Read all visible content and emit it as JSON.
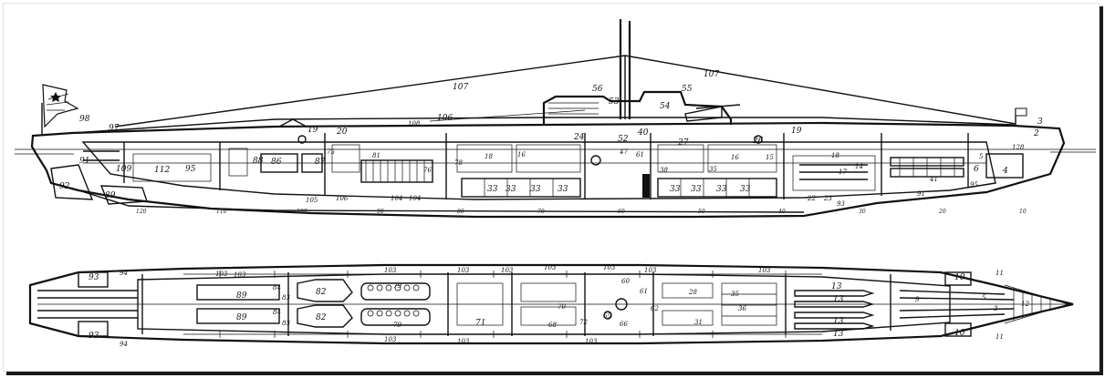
{
  "side_view": {
    "labels": [
      {
        "text": "107",
        "cls": "lbl"
      },
      {
        "text": "107",
        "cls": "lbl"
      },
      {
        "text": "55",
        "cls": "lbl"
      },
      {
        "text": "56",
        "cls": "lbl"
      },
      {
        "text": "53",
        "cls": "lbl"
      },
      {
        "text": "54",
        "cls": "lbl"
      },
      {
        "text": "106",
        "cls": "lbl"
      },
      {
        "text": "108",
        "cls": "sm"
      },
      {
        "text": "98",
        "cls": "lbl"
      },
      {
        "text": "97",
        "cls": "lbl"
      },
      {
        "text": "20",
        "cls": "lbl"
      },
      {
        "text": "19",
        "cls": "lbl"
      },
      {
        "text": "19",
        "cls": "lbl"
      },
      {
        "text": "52",
        "cls": "lbl"
      },
      {
        "text": "40",
        "cls": "lbl"
      },
      {
        "text": "27",
        "cls": "lbl"
      },
      {
        "text": "26",
        "cls": "lbl"
      },
      {
        "text": "24",
        "cls": "lbl"
      },
      {
        "text": "91",
        "cls": "lbl"
      },
      {
        "text": "109",
        "cls": "lbl"
      },
      {
        "text": "112",
        "cls": "lbl"
      },
      {
        "text": "95",
        "cls": "lbl"
      },
      {
        "text": "88",
        "cls": "lbl"
      },
      {
        "text": "86",
        "cls": "lbl"
      },
      {
        "text": "87",
        "cls": "lbl"
      },
      {
        "text": "81",
        "cls": "sm"
      },
      {
        "text": "75",
        "cls": "sm"
      },
      {
        "text": "76",
        "cls": "sm"
      },
      {
        "text": "78",
        "cls": "sm"
      },
      {
        "text": "18",
        "cls": "sm"
      },
      {
        "text": "16",
        "cls": "sm"
      },
      {
        "text": "47",
        "cls": "sm"
      },
      {
        "text": "61",
        "cls": "sm"
      },
      {
        "text": "38",
        "cls": "sm"
      },
      {
        "text": "35",
        "cls": "sm"
      },
      {
        "text": "16",
        "cls": "sm"
      },
      {
        "text": "15",
        "cls": "sm"
      },
      {
        "text": "18",
        "cls": "sm"
      },
      {
        "text": "17",
        "cls": "sm"
      },
      {
        "text": "14",
        "cls": "sm"
      },
      {
        "text": "6",
        "cls": "lbl"
      },
      {
        "text": "5",
        "cls": "sm"
      },
      {
        "text": "4",
        "cls": "lbl"
      },
      {
        "text": "3",
        "cls": "lbl"
      },
      {
        "text": "2",
        "cls": "lbl"
      },
      {
        "text": "128",
        "cls": "sm"
      },
      {
        "text": "92",
        "cls": "lbl"
      },
      {
        "text": "89",
        "cls": "lbl"
      },
      {
        "text": "105",
        "cls": "sm"
      },
      {
        "text": "106",
        "cls": "sm"
      },
      {
        "text": "104",
        "cls": "sm"
      },
      {
        "text": "104",
        "cls": "sm"
      },
      {
        "text": "33",
        "cls": "lbl"
      },
      {
        "text": "33",
        "cls": "lbl"
      },
      {
        "text": "33",
        "cls": "lbl"
      },
      {
        "text": "33",
        "cls": "lbl"
      },
      {
        "text": "33",
        "cls": "lbl"
      },
      {
        "text": "33",
        "cls": "lbl"
      },
      {
        "text": "33",
        "cls": "lbl"
      },
      {
        "text": "33",
        "cls": "lbl"
      },
      {
        "text": "22",
        "cls": "sm"
      },
      {
        "text": "23",
        "cls": "sm"
      },
      {
        "text": "93",
        "cls": "sm"
      },
      {
        "text": "91",
        "cls": "sm"
      },
      {
        "text": "41",
        "cls": "sm"
      },
      {
        "text": "95",
        "cls": "sm"
      }
    ],
    "frames": [
      "120",
      "110",
      "100",
      "90",
      "80",
      "70",
      "60",
      "50",
      "40",
      "30",
      "20",
      "10"
    ]
  },
  "plan_view": {
    "labels": [
      {
        "text": "93",
        "cls": "lbl"
      },
      {
        "text": "94",
        "cls": "sm"
      },
      {
        "text": "93",
        "cls": "lbl"
      },
      {
        "text": "94",
        "cls": "sm"
      },
      {
        "text": "103",
        "cls": "sm"
      },
      {
        "text": "103",
        "cls": "sm"
      },
      {
        "text": "103",
        "cls": "sm"
      },
      {
        "text": "103",
        "cls": "sm"
      },
      {
        "text": "103",
        "cls": "sm"
      },
      {
        "text": "103",
        "cls": "sm"
      },
      {
        "text": "103",
        "cls": "sm"
      },
      {
        "text": "103",
        "cls": "sm"
      },
      {
        "text": "103",
        "cls": "sm"
      },
      {
        "text": "103",
        "cls": "sm"
      },
      {
        "text": "103",
        "cls": "sm"
      },
      {
        "text": "103",
        "cls": "sm"
      },
      {
        "text": "89",
        "cls": "lbl"
      },
      {
        "text": "89",
        "cls": "lbl"
      },
      {
        "text": "82",
        "cls": "lbl"
      },
      {
        "text": "82",
        "cls": "lbl"
      },
      {
        "text": "79",
        "cls": "sm"
      },
      {
        "text": "79",
        "cls": "sm"
      },
      {
        "text": "84",
        "cls": "sm"
      },
      {
        "text": "83",
        "cls": "sm"
      },
      {
        "text": "84",
        "cls": "sm"
      },
      {
        "text": "83",
        "cls": "sm"
      },
      {
        "text": "71",
        "cls": "lbl"
      },
      {
        "text": "70",
        "cls": "sm"
      },
      {
        "text": "72",
        "cls": "sm"
      },
      {
        "text": "68",
        "cls": "sm"
      },
      {
        "text": "65",
        "cls": "sm"
      },
      {
        "text": "66",
        "cls": "sm"
      },
      {
        "text": "60",
        "cls": "sm"
      },
      {
        "text": "61",
        "cls": "sm"
      },
      {
        "text": "62",
        "cls": "sm"
      },
      {
        "text": "31",
        "cls": "sm"
      },
      {
        "text": "28",
        "cls": "sm"
      },
      {
        "text": "36",
        "cls": "sm"
      },
      {
        "text": "35",
        "cls": "sm"
      },
      {
        "text": "13",
        "cls": "lbl"
      },
      {
        "text": "13",
        "cls": "lbl"
      },
      {
        "text": "13",
        "cls": "lbl"
      },
      {
        "text": "13",
        "cls": "lbl"
      },
      {
        "text": "10",
        "cls": "lbl"
      },
      {
        "text": "11",
        "cls": "sm"
      },
      {
        "text": "10",
        "cls": "lbl"
      },
      {
        "text": "11",
        "cls": "sm"
      },
      {
        "text": "5",
        "cls": "sm"
      },
      {
        "text": "3",
        "cls": "sm"
      },
      {
        "text": "9",
        "cls": "sm"
      },
      {
        "text": "12",
        "cls": "sm"
      }
    ]
  }
}
